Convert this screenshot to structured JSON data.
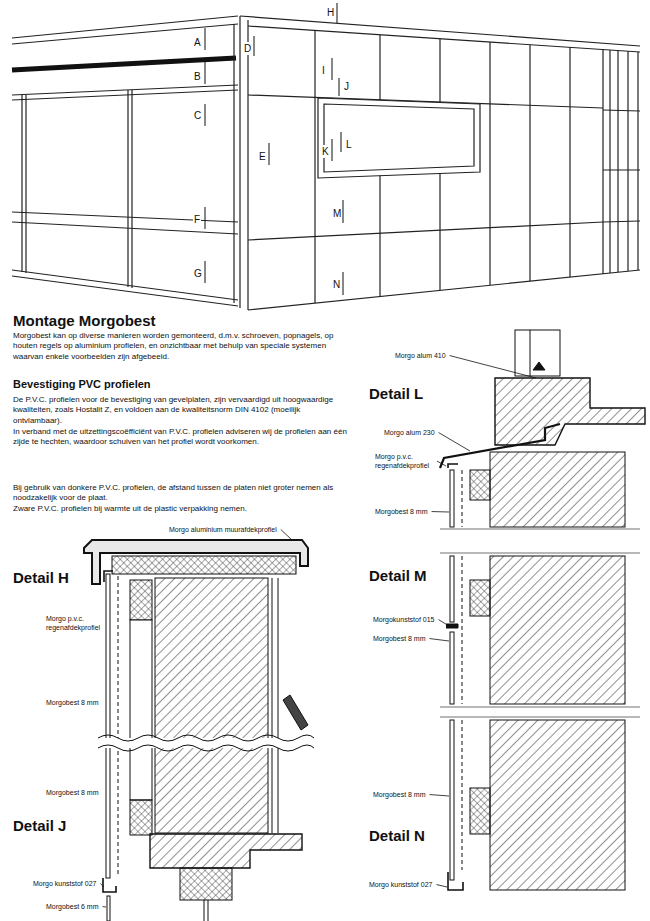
{
  "diagram": {
    "title": "Montage Morgobest",
    "labels": [
      "A",
      "B",
      "C",
      "D",
      "E",
      "F",
      "G",
      "H",
      "I",
      "J",
      "K",
      "L",
      "M",
      "N",
      "Morgobest kan op diverse manieren worden gemonteerd, d.m.v. schroeven, popnagels, op houten regels op aluminium profielen, en onzichtbaar met behulp van speciale systemen waarvan enkele voorbeelden zijn afgebeeld.",
      "Bevestiging PVC profielen",
      "De P.V.C. profielen voor de bevestiging van gevelplaten, zijn vervaardigd uit hoogwaardige kwaliteiten, zoals Hostalit Z, en voldoen aan de kwaliteitsnorm DIN 4102 (moeilijk ontvlambaar).",
      "In verband met de uitzettingscoëfficiënt van P.V.C. profielen adviseren wij de profielen aan één zijde te hechten, waardoor schuiven van het profiel wordt voorkomen.",
      "Bij gebruik van donkere P.V.C. profielen, de afstand tussen de platen niet groter nemen als noodzakelijk voor de plaat.",
      "Zware P.V.C. profielen bij warmte uit de plastic verpakking nemen.",
      "Morgo alum 410",
      "Detail L",
      "Morgo alum 230",
      "Morgo p.v.c. regenafdekprofiel",
      "Morgobest 8 mm",
      "Morgo aluminium muurafdekprofiel",
      "Detail H",
      "Morgo p.v.c. regenafdekprofiel",
      "Morgobest 8 mm",
      "Detail M",
      "Morgokunststof 015",
      "Morgobest 8 mm",
      "Morgobest 8 mm",
      "Detail J",
      "Morgo kunststof 027",
      "Morgobest 6 mm",
      "Morgobest 8 mm",
      "Detail N",
      "Morgo kunststof 027"
    ]
  }
}
